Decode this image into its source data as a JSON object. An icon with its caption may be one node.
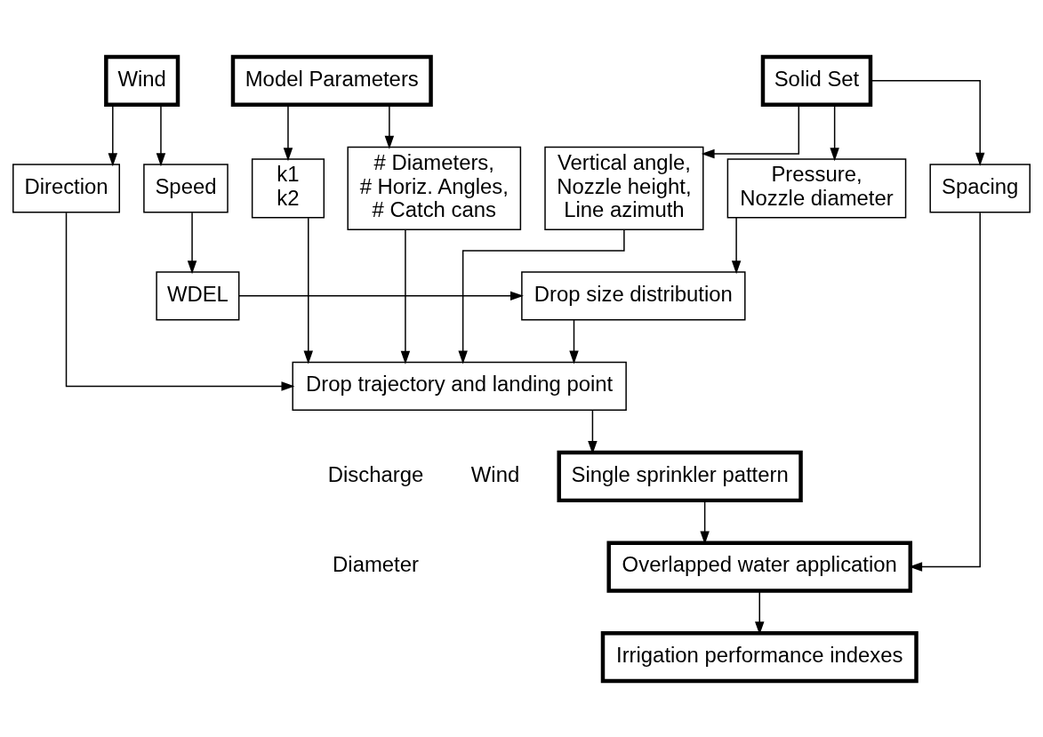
{
  "diagram": {
    "nodes": [
      {
        "text": [
          "Solid Set"
        ]
      },
      {
        "text": [
          "Spacing"
        ]
      },
      {
        "text": [
          "Vertical angle, Nozzle height, Line azimuth"
        ]
      },
      {
        "text": [
          "Pressure, Nozzle diameter"
        ]
      },
      {
        "text": [
          "Wind"
        ]
      },
      {
        "text": [
          "Speed"
        ]
      },
      {
        "text": [
          "Direction"
        ]
      },
      {
        "text": [
          "Model Parameters"
        ]
      },
      {
        "text": [
          "# Diameters, # Horiz. Angles, # Catch cans"
        ]
      },
      {
        "text": [
          "k1 k2"
        ]
      },
      {
        "text": [
          "WDEL"
        ]
      },
      {
        "text": [
          "Drop size distribution"
        ]
      },
      {
        "text": [
          "Drop trajectory and landing point"
        ]
      },
      {
        "text": [
          "Single sprinkler pattern"
        ]
      },
      {
        "text": [
          "Overlapped water application"
        ]
      },
      {
        "text": [
          "Irrigation performance indexes"
        ]
      }
    ],
    "edges": [
      {
        "from": 0,
        "to": 1,
        "arrow": "to"
      },
      {
        "from": 0,
        "to": 2,
        "arrow": "to"
      },
      {
        "from": 0,
        "to": 3,
        "arrow": "to"
      },
      {
        "from": 4,
        "to": 5,
        "arrow": "to"
      },
      {
        "from": 4,
        "to": 6,
        "arrow": "to"
      },
      {
        "from": 7,
        "to": 8,
        "arrow": "to"
      },
      {
        "from": 7,
        "to": 9,
        "arrow": "to"
      },
      {
        "from": 5,
        "to": 10,
        "arrow": "to"
      },
      {
        "from": 10,
        "to": 11,
        "arrow": "to"
      },
      {
        "from": 3,
        "to": 11,
        "arrow": "to"
      },
      {
        "from": 11,
        "to": 12,
        "arrow": "to"
      },
      {
        "from": 2,
        "to": 12,
        "arrow": "to"
      },
      {
        "from": 6,
        "to": 12,
        "arrow": "to"
      },
      {
        "from": 8,
        "to": 12,
        "arrow": "to"
      },
      {
        "from": 9,
        "to": 12,
        "arrow": "to"
      },
      {
        "from": 12,
        "to": 13,
        "arrow": "to"
      },
      {
        "from": 13,
        "to": 14,
        "arrow": "to"
      },
      {
        "from": 1,
        "to": 14,
        "arrow": "to"
      },
      {
        "from": 14,
        "to": 15,
        "arrow": "to"
      }
    ],
    "labels": [
      "Discharge",
      "Diameter",
      "Wind"
    ]
  }
}
